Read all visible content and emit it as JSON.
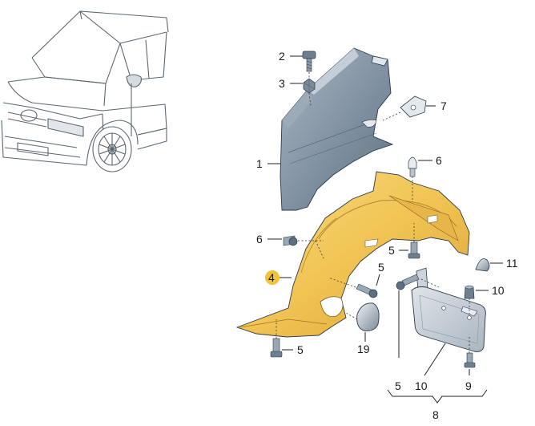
{
  "callouts": {
    "c1": "1",
    "c2": "2",
    "c3": "3",
    "c4": "4",
    "c5a": "5",
    "c5b": "5",
    "c5c": "5",
    "c5d": "5",
    "c6a": "6",
    "c6b": "6",
    "c7": "7",
    "c8": "8",
    "c9": "9",
    "c10a": "10",
    "c10b": "10",
    "c11": "11",
    "c19": "19"
  },
  "colors": {
    "fender": "#7b8c9d",
    "liner": "#f2c75a",
    "mudflap": "#c3cbd4",
    "highlight_badge": "#f2c23a",
    "vehicle_line": "#5b6670"
  }
}
